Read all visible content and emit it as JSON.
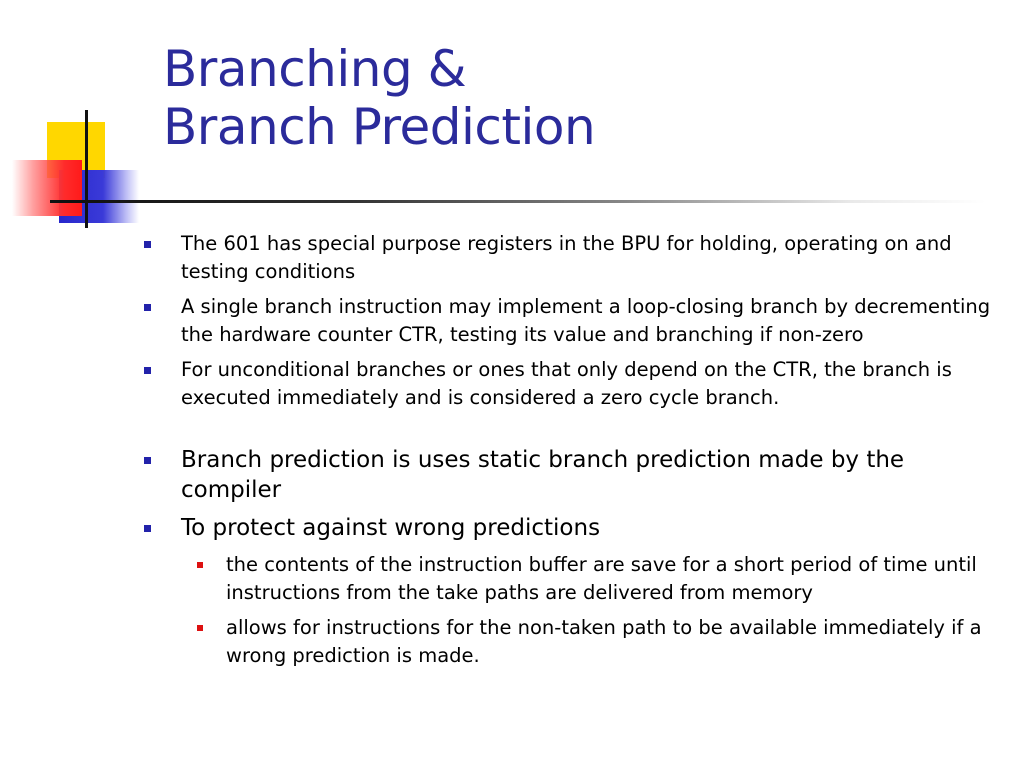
{
  "title": {
    "line1": "Branching &",
    "line2": "Branch Prediction"
  },
  "bullets": [
    {
      "text": "The 601 has special purpose registers in the BPU for holding, operating on and testing conditions"
    },
    {
      "text": "A single branch instruction may implement a loop-closing branch by decrementing the hardware counter CTR, testing its value and branching if non-zero"
    },
    {
      "text": "For unconditional branches or ones that only depend on the CTR, the branch is executed immediately and is considered a zero cycle branch."
    },
    {
      "text": "Branch prediction is uses static branch prediction made by the compiler"
    },
    {
      "text": "To protect against wrong predictions",
      "sub": [
        {
          "text": "the contents of the instruction buffer are save for a short period of time until instructions from the take paths are delivered from memory"
        },
        {
          "text": "allows for instructions for the non-taken path to be available immediately if a wrong prediction is made."
        }
      ]
    }
  ],
  "colors": {
    "title": "#2b2b9b",
    "bullet_primary": "#2222aa",
    "bullet_secondary": "#dd1111",
    "accent_yellow": "#ffd700",
    "accent_blue": "#2727cc",
    "accent_red": "#ff2b2b"
  }
}
